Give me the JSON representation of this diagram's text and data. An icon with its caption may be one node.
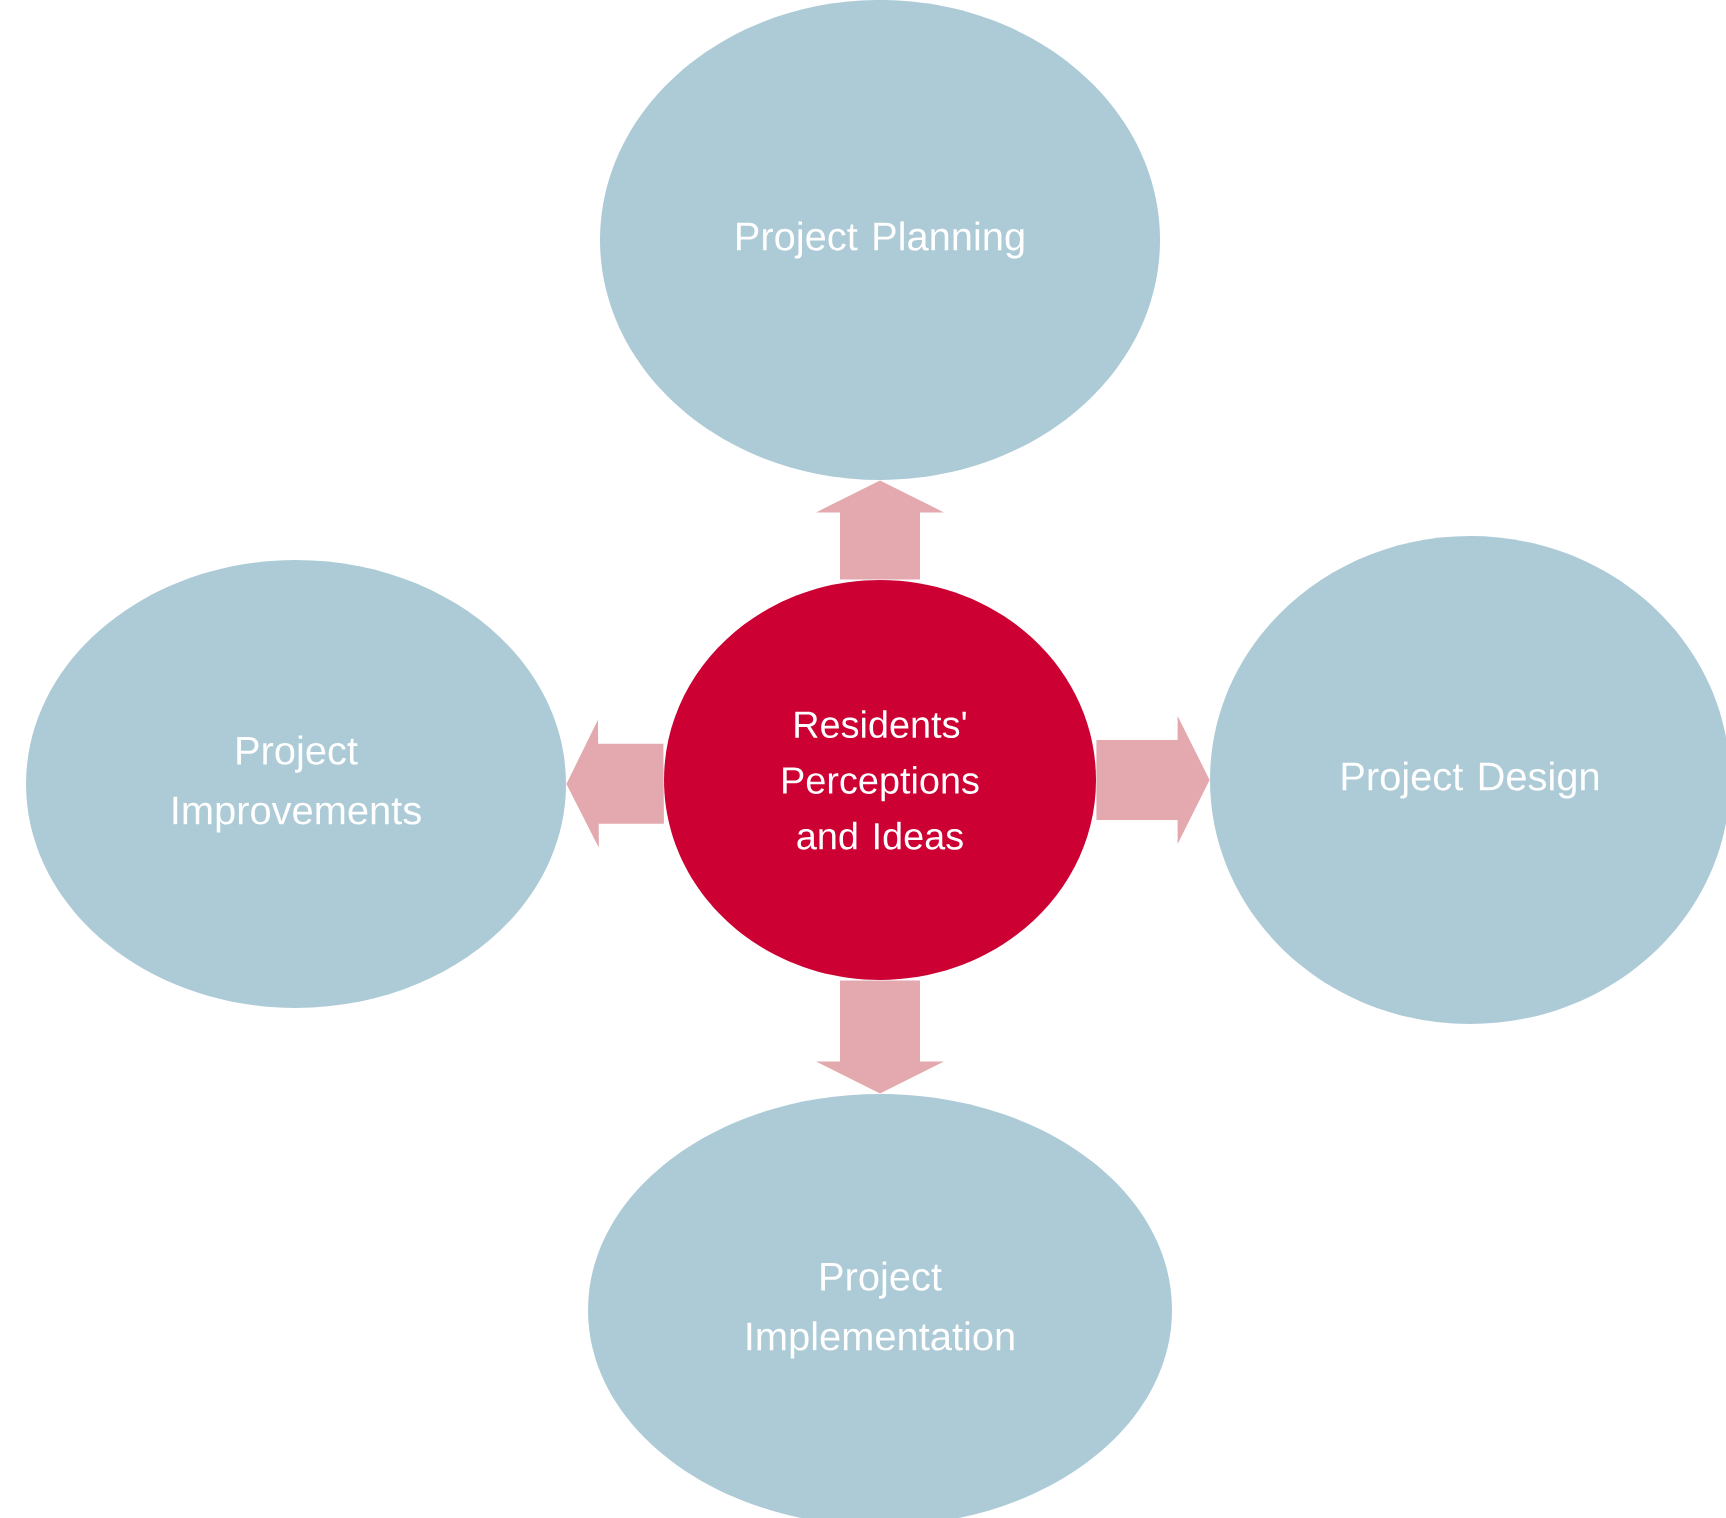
{
  "diagram": {
    "nodes": [
      {
        "text": [
          "Residents' Perceptions and Ideas"
        ]
      },
      {
        "text": [
          "Project Planning"
        ]
      },
      {
        "text": [
          "Project Design"
        ]
      },
      {
        "text": [
          "Project Implementation"
        ]
      },
      {
        "text": [
          "Project Improvements"
        ]
      }
    ],
    "edges": [
      {
        "from": 0,
        "to": 1,
        "arrow": "to"
      },
      {
        "from": 0,
        "to": 2,
        "arrow": "to"
      },
      {
        "from": 0,
        "to": 3,
        "arrow": "to"
      },
      {
        "from": 0,
        "to": 4,
        "arrow": "to"
      }
    ]
  }
}
